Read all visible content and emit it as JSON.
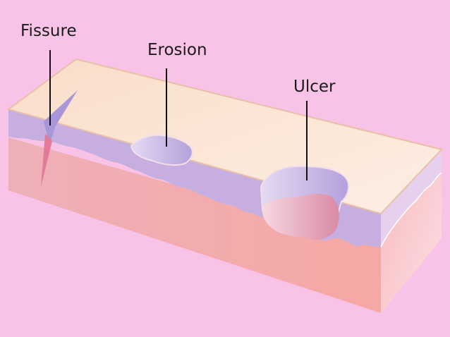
{
  "labels": {
    "fissure": "Fissure",
    "erosion": "Erosion",
    "ulcer": "Ulcer"
  },
  "colors": {
    "background": "#f8c3e6",
    "epidermis_top": "#fbe3d0",
    "epidermis_side": "#c6aee0",
    "dermis_side": "#f2aeb0",
    "right_face": "#fcd0d6",
    "lesion": "#c3b4e6",
    "ulcer_base": "#f0b8c8",
    "leader_line": "#111111"
  }
}
